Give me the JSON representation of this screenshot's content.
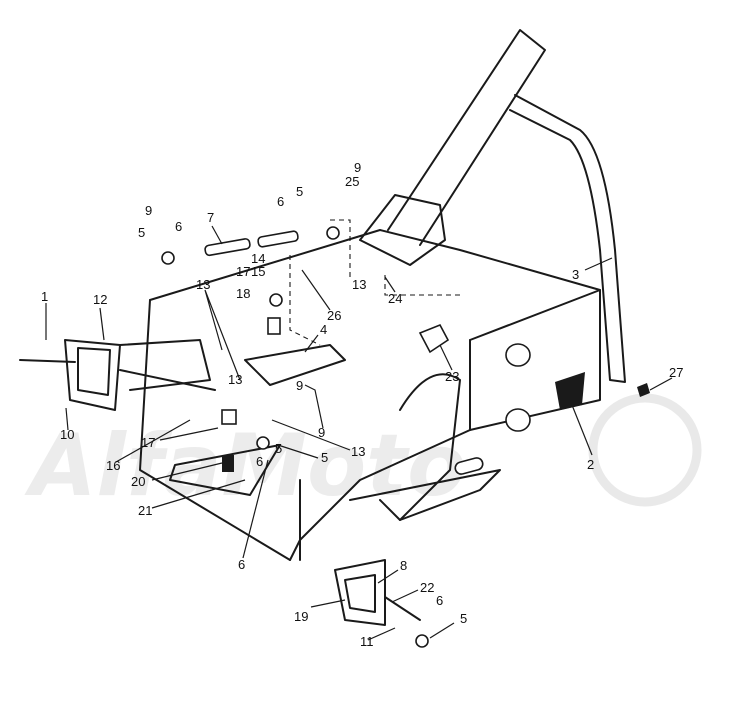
{
  "watermark": {
    "text": "AlfaMoto"
  },
  "callouts": [
    "1",
    "2",
    "3",
    "4",
    "5",
    "5",
    "5",
    "5",
    "5",
    "6",
    "6",
    "6",
    "6",
    "6",
    "7",
    "8",
    "9",
    "9",
    "9",
    "9",
    "10",
    "11",
    "12",
    "13",
    "13",
    "13",
    "13",
    "14",
    "15",
    "16",
    "17",
    "17",
    "18",
    "19",
    "20",
    "21",
    "22",
    "23",
    "24",
    "25",
    "26",
    "27"
  ]
}
